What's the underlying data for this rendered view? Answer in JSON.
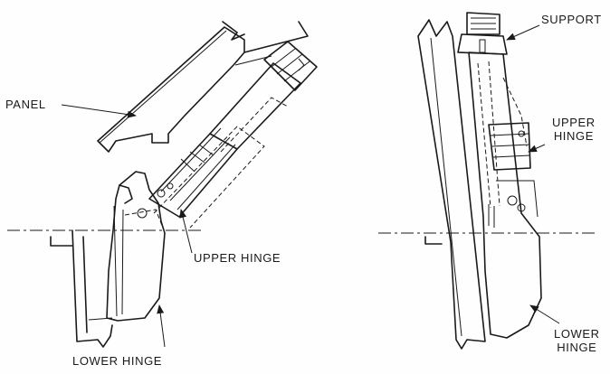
{
  "labels": {
    "panel": "PANEL",
    "upper_hinge_left": "UPPER HINGE",
    "lower_hinge_left": "LOWER HINGE",
    "support": "SUPPORT",
    "upper_hinge_right_line1": "UPPER",
    "upper_hinge_right_line2": "HINGE",
    "lower_hinge_right_line1": "LOWER",
    "lower_hinge_right_line2": "HINGE"
  }
}
